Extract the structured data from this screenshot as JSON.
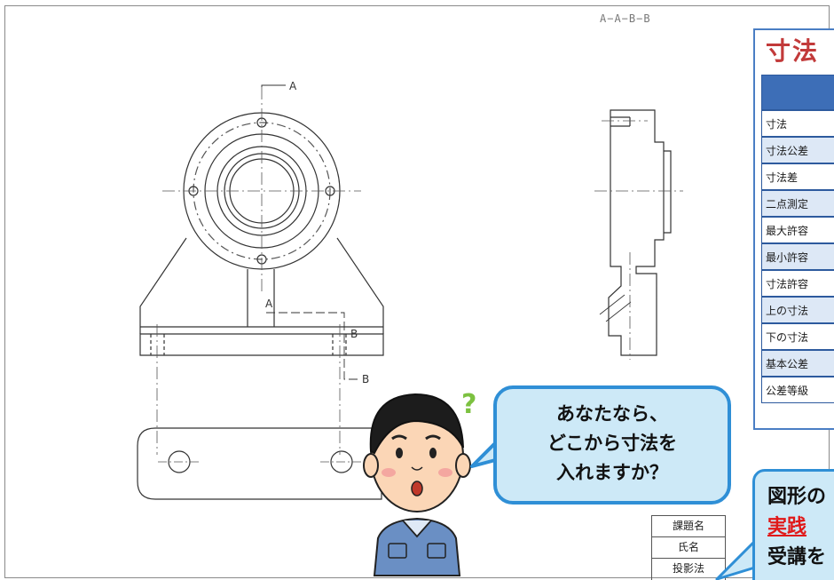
{
  "section_label": "A−A−B−B",
  "cut_labels": {
    "a_top": "A",
    "a_mid": "A",
    "b_top": "B",
    "b_side": "B"
  },
  "terms_panel": {
    "title": "寸法",
    "header_color": "#3d6eb7",
    "rows": [
      "寸法",
      "寸法公差",
      "寸法差",
      "二点測定",
      "最大許容",
      "最小許容",
      "寸法許容",
      "上の寸法",
      "下の寸法",
      "基本公差",
      "公差等級"
    ]
  },
  "speech_bubble": {
    "lines": [
      "あなたなら、",
      "どこから寸法を",
      "入れますか？"
    ]
  },
  "question_mark": "?",
  "callout": {
    "lines": [
      {
        "text": "図形の",
        "style": "normal"
      },
      {
        "text": "実践",
        "style": "red"
      },
      {
        "text": "受講を",
        "style": "normal"
      }
    ]
  },
  "title_block": {
    "rows": [
      "課題名",
      "氏名",
      "投影法"
    ]
  },
  "colors": {
    "accent_blue": "#2f8fd6",
    "title_red": "#c23a3a",
    "callout_red": "#e01818"
  }
}
